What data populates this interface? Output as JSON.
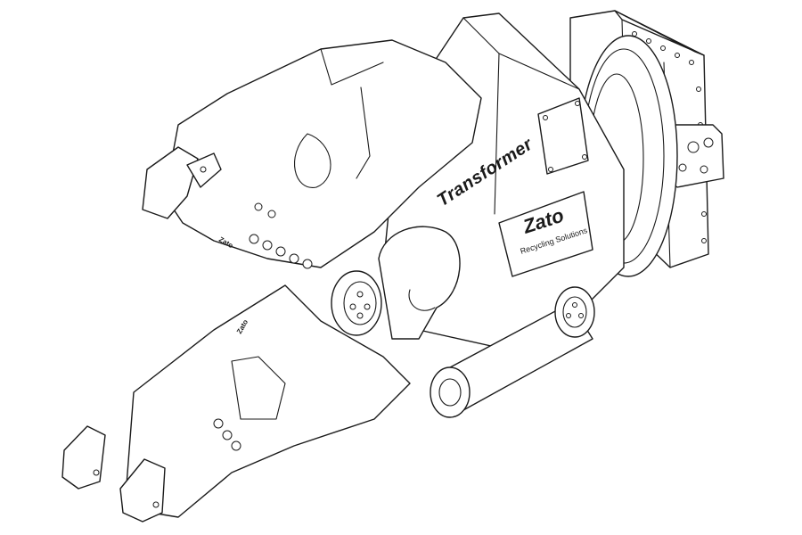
{
  "figure": {
    "product_name": "Transformer",
    "brand": "Zato",
    "tagline": "Recycling Solutions",
    "jaw_mark": "Zato"
  },
  "colors": {
    "line": "#1a1a1a",
    "background": "#ffffff"
  }
}
